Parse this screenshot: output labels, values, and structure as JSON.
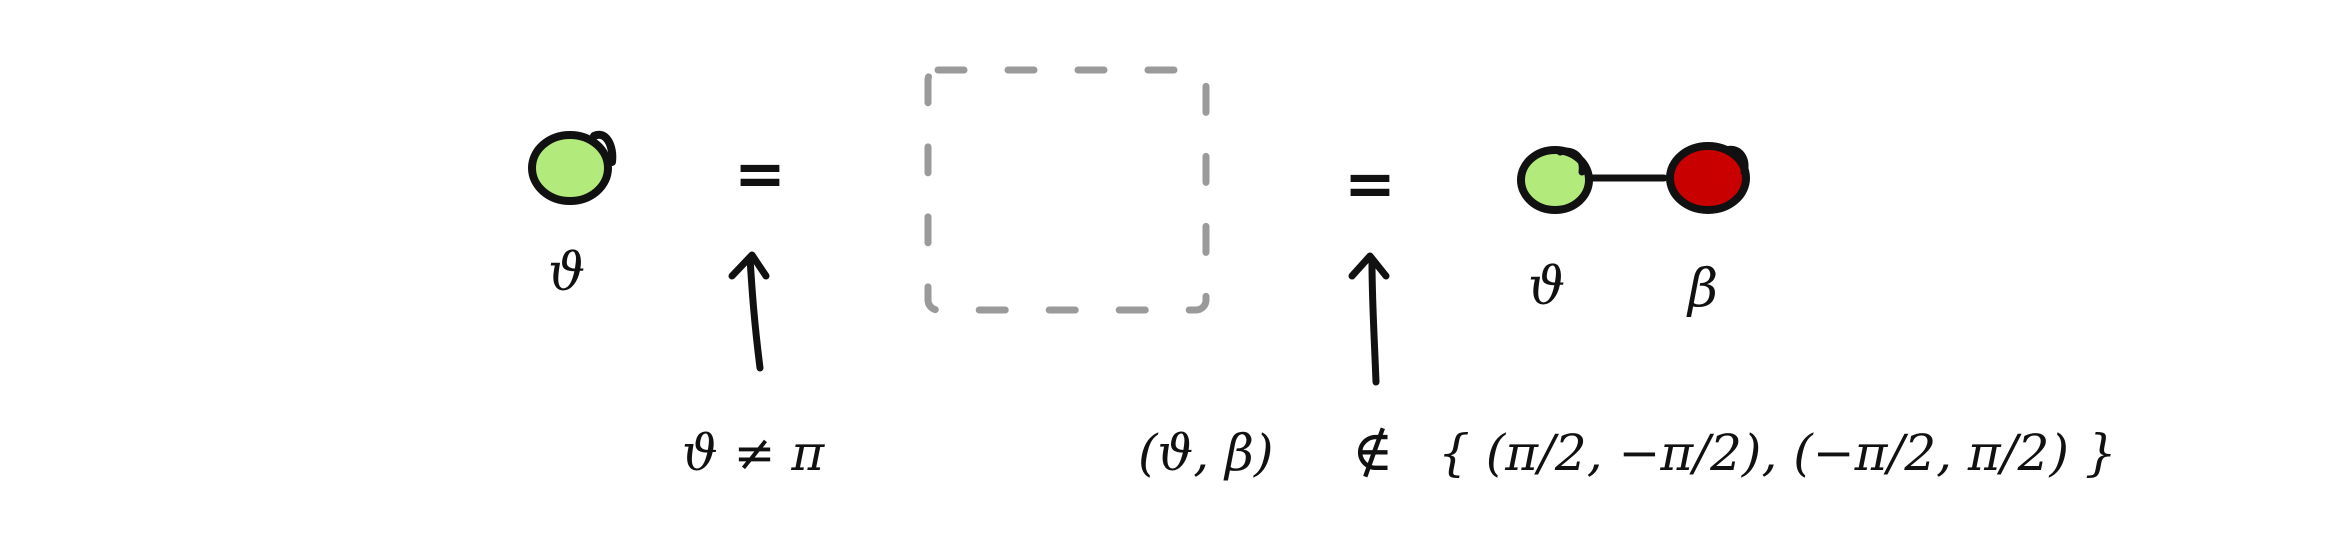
{
  "diagram": {
    "colors": {
      "ink": "#111111",
      "dash": "#9a9a9a",
      "green_node": "#b2ea7c",
      "red_node": "#c80000",
      "background": "#ffffff"
    },
    "left_node": {
      "label": "ϑ"
    },
    "equals_left": "=",
    "equals_right": "=",
    "condition_left": "ϑ ≠ π",
    "right_nodes": {
      "theta_label": "ϑ",
      "beta_label": "β"
    },
    "condition_right": {
      "lhs": "(ϑ, β)",
      "relation": "∉",
      "set": "{ (π/2, −π/2), (−π/2, π/2) }"
    }
  }
}
